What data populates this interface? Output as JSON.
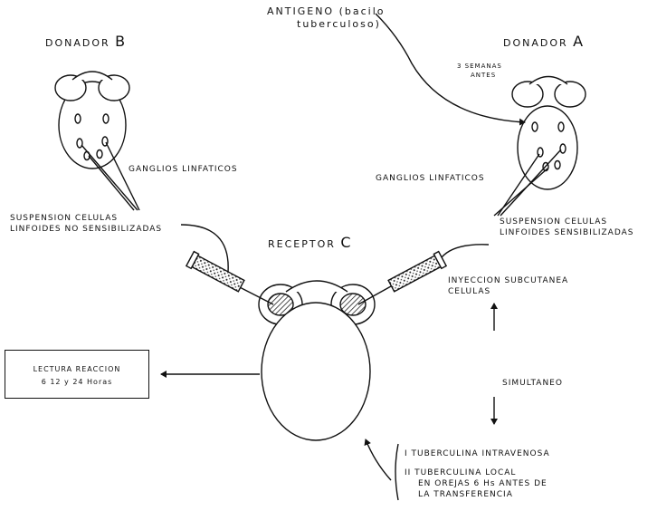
{
  "labels": {
    "antigen_line1": "ANTIGENO (bacilo",
    "antigen_line2": "tuberculoso)",
    "weeks_line1": "3 SEMANAS",
    "weeks_line2": "ANTES",
    "donor_a_word": "DONADOR",
    "donor_a_letter": "A",
    "donor_b_word": "DONADOR",
    "donor_b_letter": "B",
    "receptor_word": "RECEPTOR",
    "receptor_letter": "C",
    "lymph_left": "GANGLIOS LINFATICOS",
    "lymph_right": "GANGLIOS LINFATICOS",
    "susp_left_1": "SUSPENSION CELULAS",
    "susp_left_2": "LINFOIDES NO SENSIBILIZADAS",
    "susp_right_1": "SUSPENSION CELULAS",
    "susp_right_2": "LINFOIDES SENSIBILIZADAS",
    "injection_1": "INYECCION SUBCUTANEA",
    "injection_2": "CELULAS",
    "simultaneous": "SIMULTANEO",
    "reading_1": "LECTURA REACCION",
    "reading_2": "6 12 y 24 Horas",
    "tuber_1": "I TUBERCULINA INTRAVENOSA",
    "tuber_2": "II TUBERCULINA LOCAL",
    "tuber_3": "EN OREJAS 6 Hs ANTES DE",
    "tuber_4": "LA TRANSFERENCIA"
  }
}
